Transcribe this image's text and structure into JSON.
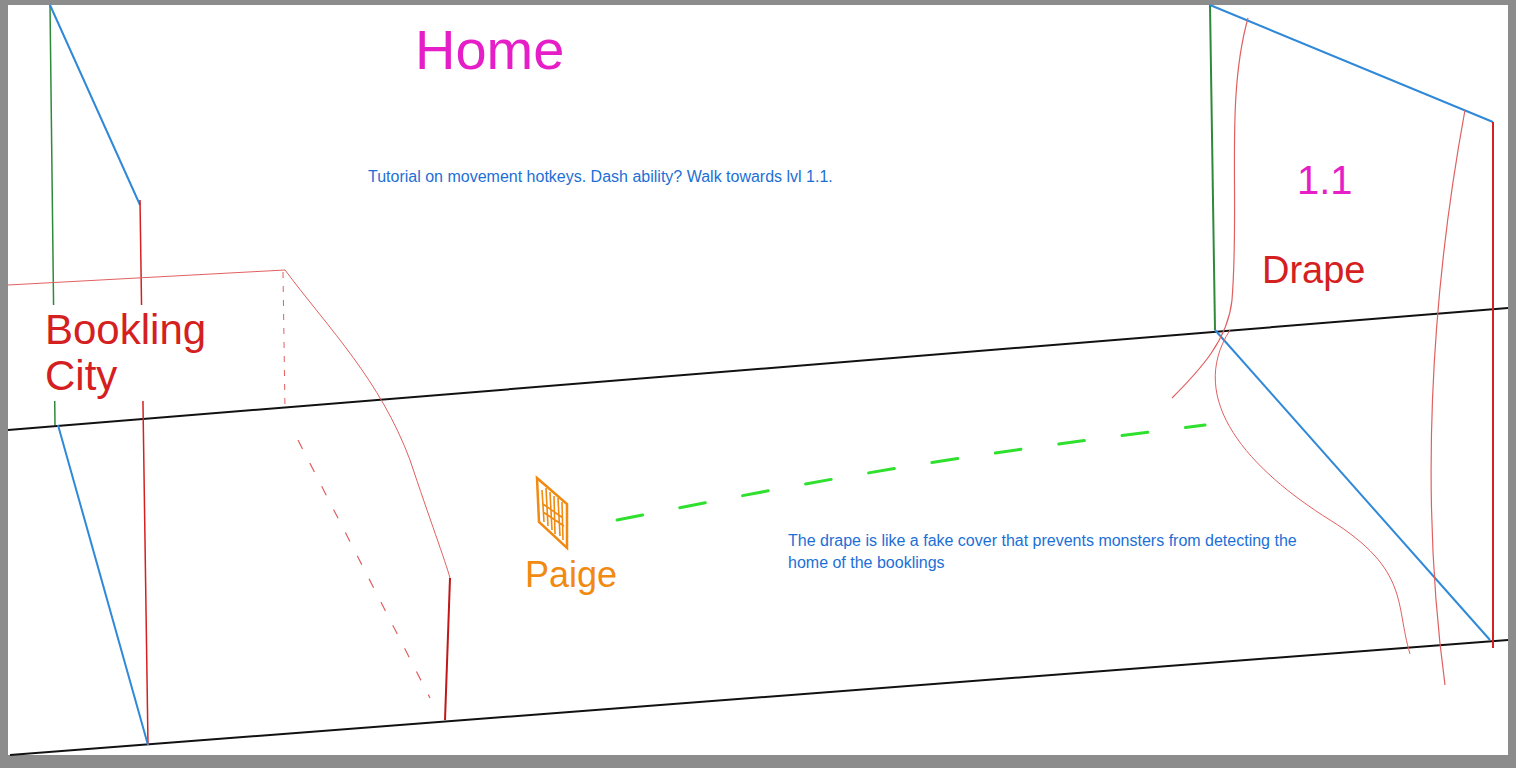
{
  "diagram": {
    "nodes": [
      {
        "text": [
          "Paige"
        ]
      },
      {
        "text": [
          "1.1",
          "Drape"
        ]
      }
    ],
    "edges": [
      {
        "from": 0,
        "to": 1,
        "arrow": "none"
      }
    ],
    "labels": [
      "Home",
      "Tutorial on movement hotkeys. Dash ability? Walk towards lvl 1.1.",
      "Bookling City",
      "The drape is like a fake cover that prevents monsters from detecting the home of the booklings"
    ]
  }
}
